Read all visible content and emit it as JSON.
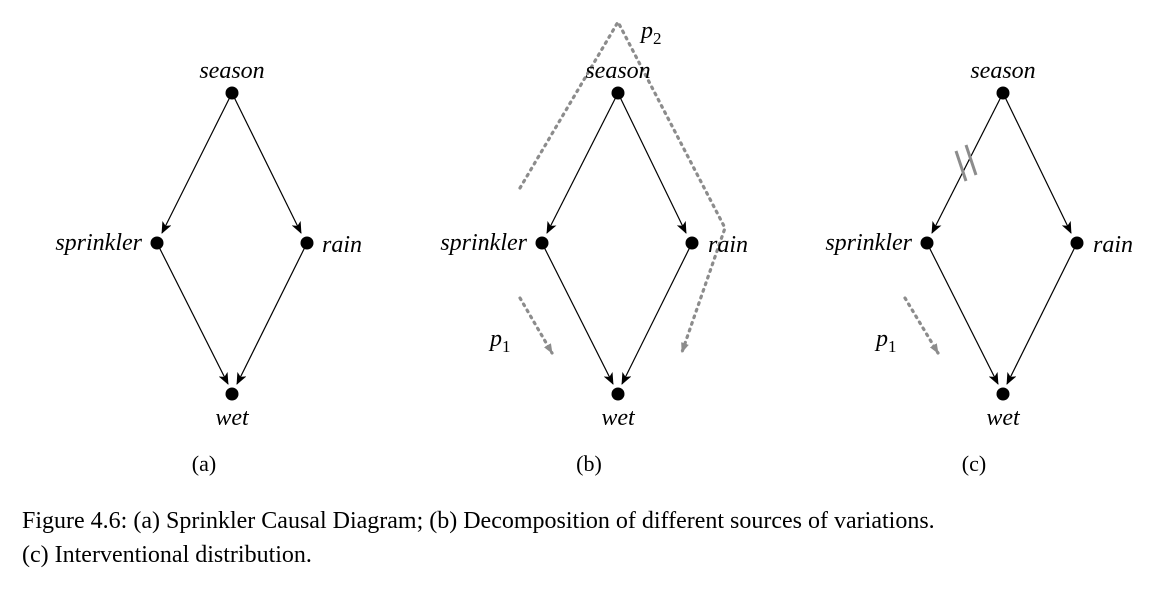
{
  "panels": [
    {
      "id": "a",
      "label": "(a)",
      "nodes": {
        "season": "season",
        "sprinkler": "sprinkler",
        "rain": "rain",
        "wet": "wet"
      }
    },
    {
      "id": "b",
      "label": "(b)",
      "nodes": {
        "season": "season",
        "sprinkler": "sprinkler",
        "rain": "rain",
        "wet": "wet"
      },
      "paths": [
        {
          "name": "p",
          "sub": "1"
        },
        {
          "name": "p",
          "sub": "2"
        }
      ]
    },
    {
      "id": "c",
      "label": "(c)",
      "nodes": {
        "season": "season",
        "sprinkler": "sprinkler",
        "rain": "rain",
        "wet": "wet"
      },
      "paths": [
        {
          "name": "p",
          "sub": "1"
        }
      ]
    }
  ],
  "edges": [
    {
      "from": "season",
      "to": "sprinkler"
    },
    {
      "from": "season",
      "to": "rain"
    },
    {
      "from": "sprinkler",
      "to": "wet"
    },
    {
      "from": "rain",
      "to": "wet"
    }
  ],
  "caption": {
    "line1": "Figure 4.6: (a) Sprinkler Causal Diagram; (b) Decomposition of different sources of variations.",
    "line2": "(c) Interventional distribution."
  },
  "colors": {
    "edge": "#000000",
    "path": "#8c8c8c"
  }
}
